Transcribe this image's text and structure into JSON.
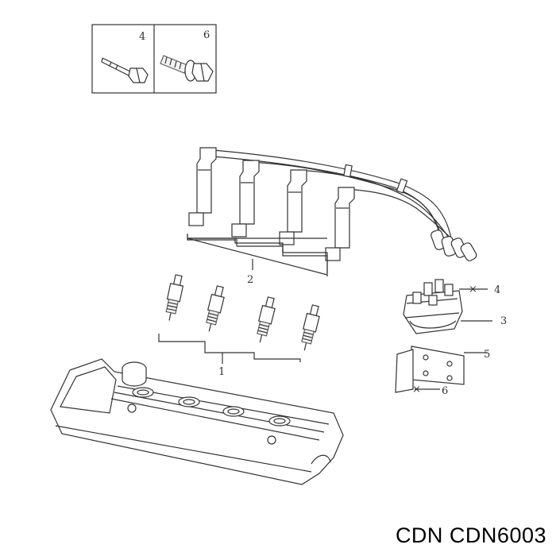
{
  "inset": {
    "label_left": "4",
    "label_right": "6"
  },
  "callouts": {
    "plugs": "1",
    "wires": "2",
    "cap": "3",
    "cap_screw": "4",
    "bracket": "5",
    "bracket_bolt": "6"
  },
  "caption": "CDN CDN6003",
  "colors": {
    "line": "#333333",
    "fill": "#ffffff",
    "caption": "#000000"
  }
}
